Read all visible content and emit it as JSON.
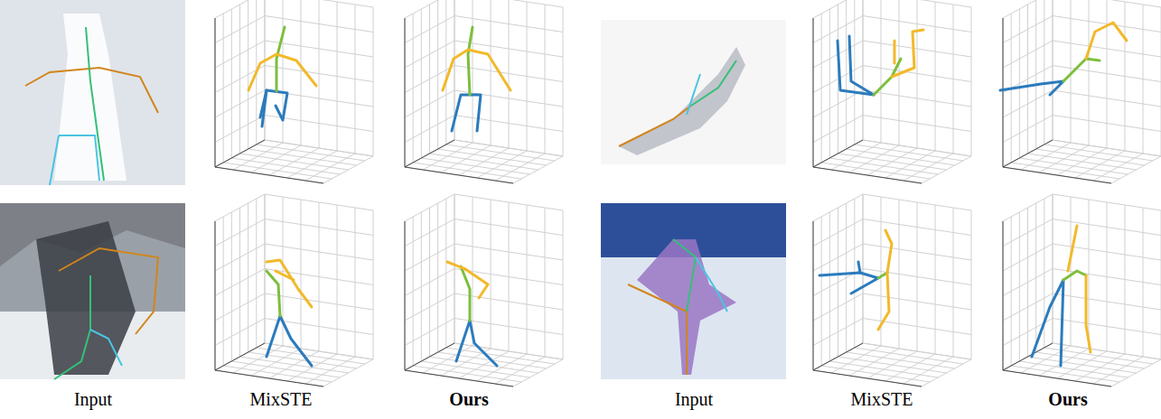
{
  "diagram": {
    "labels": [
      "Input",
      "MixSTE",
      "Ours",
      "Input",
      "MixSTE",
      "Ours"
    ]
  }
}
